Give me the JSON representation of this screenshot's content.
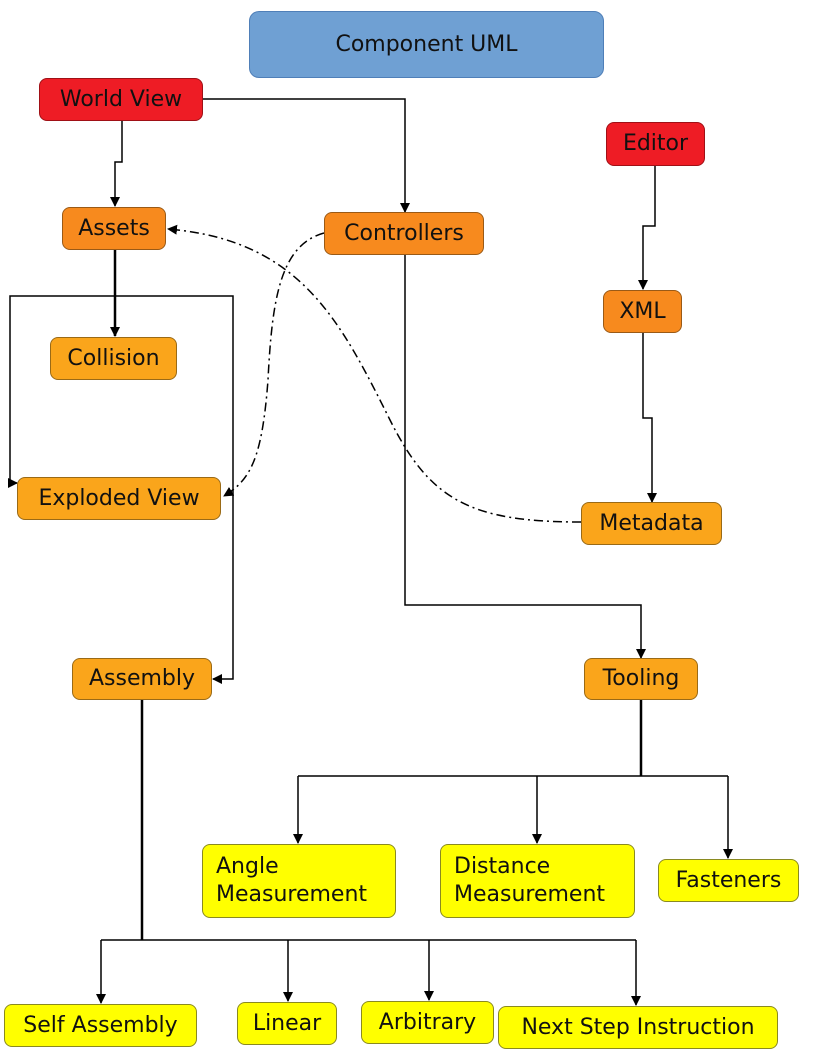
{
  "title": "Component UML",
  "nodes": {
    "world_view": "World View",
    "editor": "Editor",
    "assets": "Assets",
    "controllers": "Controllers",
    "xml": "XML",
    "collision": "Collision",
    "exploded_view": "Exploded View",
    "metadata": "Metadata",
    "assembly": "Assembly",
    "tooling": "Tooling",
    "angle_measurement": "Angle Measurement",
    "distance_measurement": "Distance Measurement",
    "fasteners": "Fasteners",
    "self_assembly": "Self Assembly",
    "linear": "Linear",
    "arbitrary": "Arbitrary",
    "next_step_instruction": "Next Step Instruction"
  },
  "colors": {
    "title": "#6fa0d3",
    "red": "#ee1c25",
    "orange": "#f78a1e",
    "amber": "#faa51b",
    "yellow": "#ffff00"
  }
}
